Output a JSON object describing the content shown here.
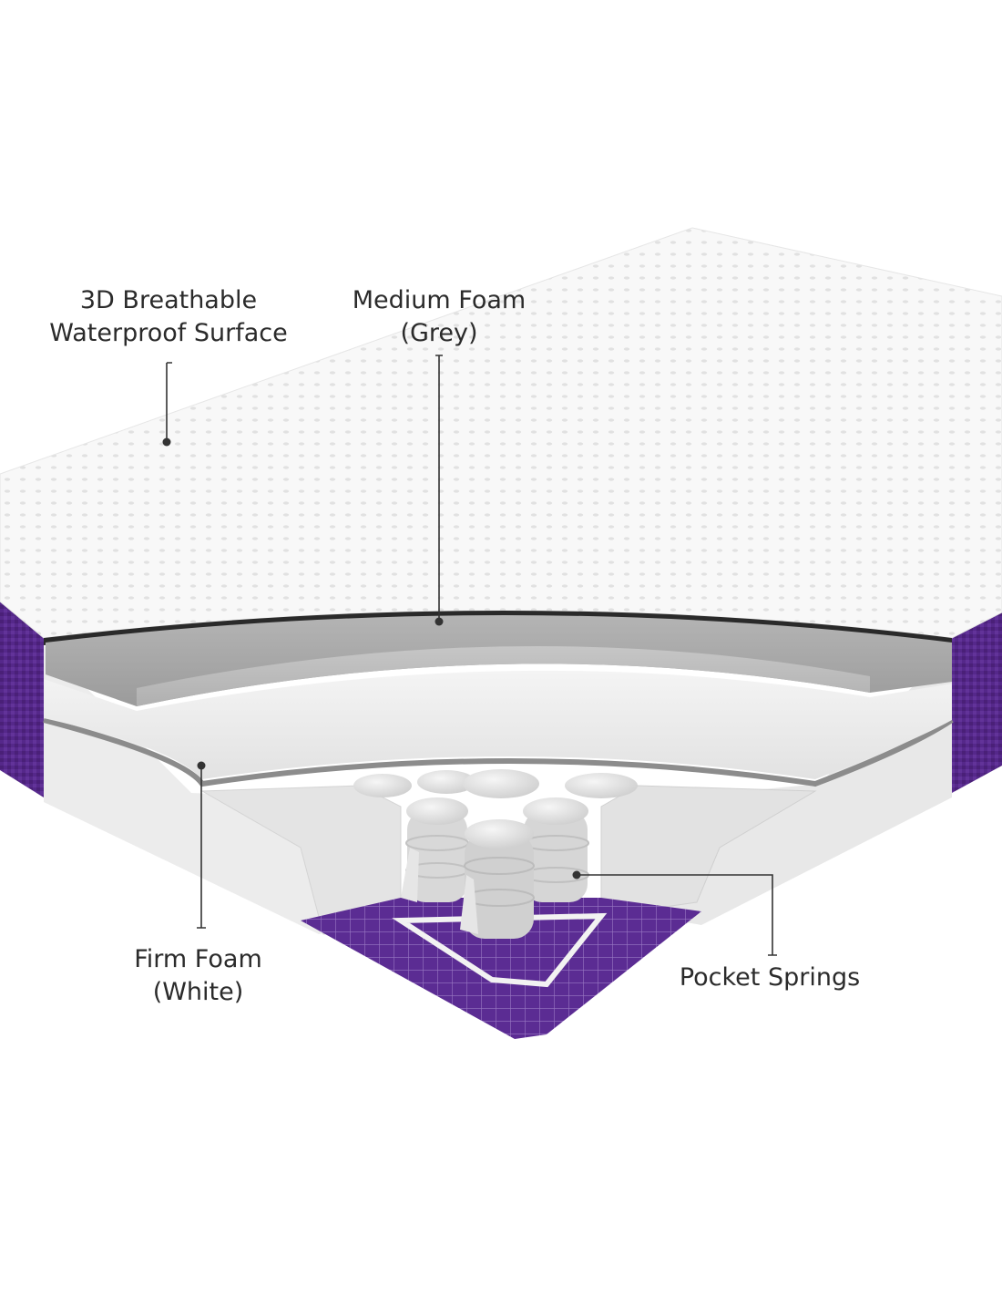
{
  "colors": {
    "cover_purple": "#5a2a91",
    "cover_purple_dark": "#3f1a6e",
    "surface_white": "#f7f7f7",
    "medium_foam_grey": "#a9a9a9",
    "firm_foam_white": "#eeeeee",
    "spring_grey": "#dcdcdc",
    "label_text": "#2b2b2b"
  },
  "callouts": {
    "surface": {
      "line1": "3D Breathable",
      "line2": "Waterproof Surface"
    },
    "medium_foam": {
      "line1": "Medium Foam",
      "line2": "(Grey)"
    },
    "firm_foam": {
      "line1": "Firm Foam",
      "line2": "(White)"
    },
    "pocket_springs": {
      "line1": "Pocket Springs"
    }
  }
}
